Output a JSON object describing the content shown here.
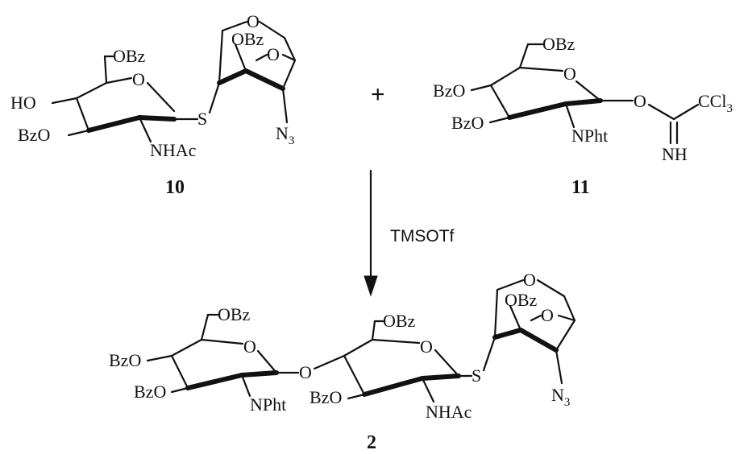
{
  "reaction": {
    "reagent": "TMSOTf",
    "plus": "+"
  },
  "compounds": {
    "c10": {
      "label": "10",
      "groups": {
        "oBz6": "OBz",
        "ho": "HO",
        "bzo3": "BzO",
        "ringO": "O",
        "nhac": "NHAc",
        "s": "S",
        "anhOBz": "OBz",
        "anhO1": "O",
        "anhO2": "O",
        "n3": "N",
        "n3sub": "3"
      }
    },
    "c11": {
      "label": "11",
      "groups": {
        "oBz6": "OBz",
        "bzo4": "BzO",
        "bzo3": "BzO",
        "ringO": "O",
        "npht": "NPht",
        "oLink": "O",
        "ccl": "CCl",
        "cclsub": "3",
        "nh": "NH"
      }
    },
    "c2": {
      "label": "2",
      "groups": {
        "aOBz": "OBz",
        "aBzO4": "BzO",
        "aBzO3": "BzO",
        "aRingO": "O",
        "aNPht": "NPht",
        "linkO": "O",
        "bOBz": "OBz",
        "bRingO": "O",
        "bBzO3": "BzO",
        "bNHAc": "NHAc",
        "s": "S",
        "anhOBz": "OBz",
        "anhO1": "O",
        "anhO2": "O",
        "n3": "N",
        "n3sub": "3"
      }
    }
  }
}
